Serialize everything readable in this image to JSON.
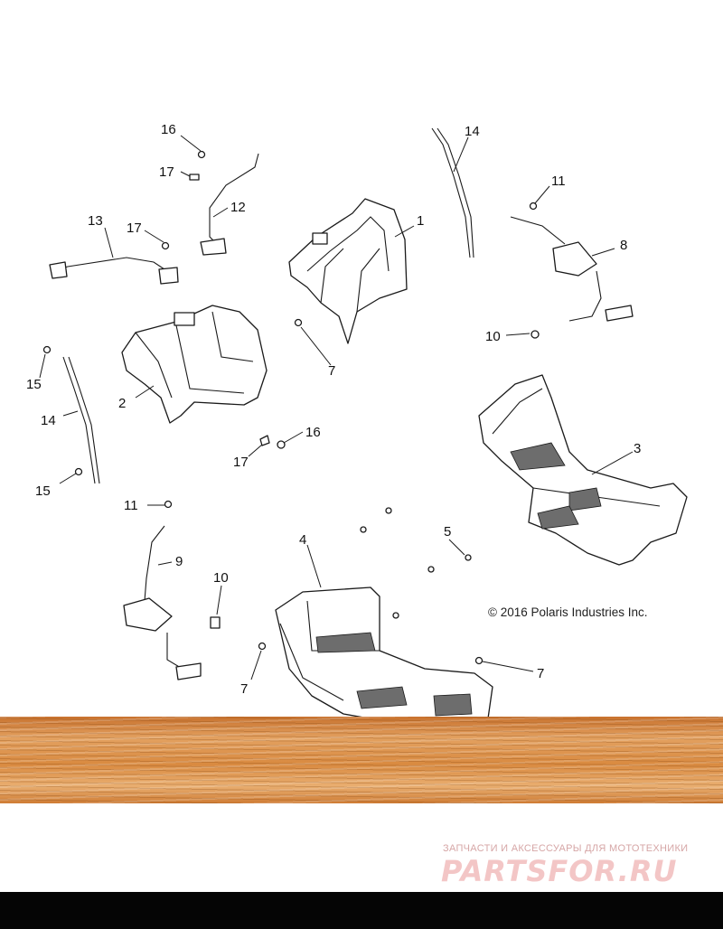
{
  "callouts": [
    "1",
    "2",
    "3",
    "4",
    "5",
    "7",
    "7",
    "7",
    "8",
    "9",
    "10",
    "10",
    "11",
    "11",
    "12",
    "13",
    "14",
    "14",
    "15",
    "15",
    "16",
    "16",
    "17",
    "17",
    "17"
  ],
  "copyright": "© 2016 Polaris Industries Inc.",
  "watermark": {
    "tagline": "ЗАПЧАСТИ И АКСЕССУАРЫ ДЛЯ МОТОТЕХНИКИ",
    "logo": "PARTSFOR.RU"
  },
  "colors": {
    "floor": "#d98a40",
    "bottom_bar": "#050505",
    "watermark": "#f3c6c6"
  }
}
